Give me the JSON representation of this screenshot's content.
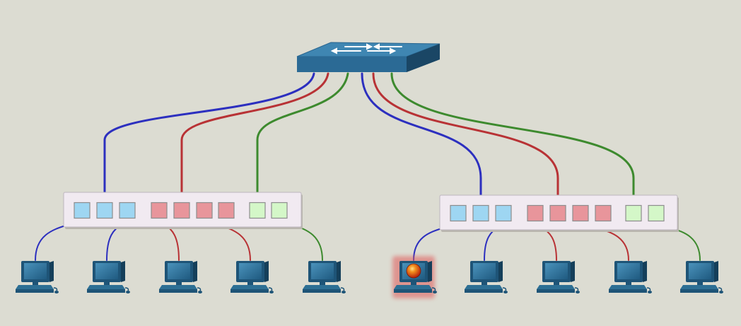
{
  "colors": {
    "background": "#dcdcd2",
    "blue_vlan": "#2c2fbf",
    "red_vlan": "#b83235",
    "green_vlan": "#3d8a2e",
    "port_blue": "#9ed6f2",
    "port_red": "#e8959b",
    "port_green": "#d4f7c8",
    "patch_panel": "#f1eaf1",
    "device_teal": "#2d6f94",
    "highlight_glow": "#e05a5a",
    "alert_orb": "#e23a12"
  },
  "core_switch": {
    "icon": "network-switch-icon",
    "arrows_icon": "bidirectional-arrows-icon"
  },
  "panels": [
    {
      "name": "left",
      "ports": [
        "blue",
        "blue",
        "blue",
        "red",
        "red",
        "red",
        "red",
        "green",
        "green"
      ],
      "uplinks": [
        {
          "vlan": "blue",
          "port": 1
        },
        {
          "vlan": "red",
          "port": 4
        },
        {
          "vlan": "green",
          "port": 7
        }
      ]
    },
    {
      "name": "right",
      "ports": [
        "blue",
        "blue",
        "blue",
        "red",
        "red",
        "red",
        "red",
        "green",
        "green"
      ],
      "uplinks": [
        {
          "vlan": "blue",
          "port": 1
        },
        {
          "vlan": "red",
          "port": 4
        },
        {
          "vlan": "green",
          "port": 7
        }
      ]
    }
  ],
  "computers": [
    {
      "panel": 0,
      "port": 0,
      "vlan": "blue",
      "highlighted": false
    },
    {
      "panel": 0,
      "port": 2,
      "vlan": "blue",
      "highlighted": false
    },
    {
      "panel": 0,
      "port": 3,
      "vlan": "red",
      "highlighted": false
    },
    {
      "panel": 0,
      "port": 5,
      "vlan": "red",
      "highlighted": false
    },
    {
      "panel": 0,
      "port": 8,
      "vlan": "green",
      "highlighted": false
    },
    {
      "panel": 1,
      "port": 0,
      "vlan": "blue",
      "highlighted": true
    },
    {
      "panel": 1,
      "port": 2,
      "vlan": "blue",
      "highlighted": false
    },
    {
      "panel": 1,
      "port": 3,
      "vlan": "red",
      "highlighted": false
    },
    {
      "panel": 1,
      "port": 5,
      "vlan": "red",
      "highlighted": false
    },
    {
      "panel": 1,
      "port": 8,
      "vlan": "green",
      "highlighted": false
    }
  ]
}
